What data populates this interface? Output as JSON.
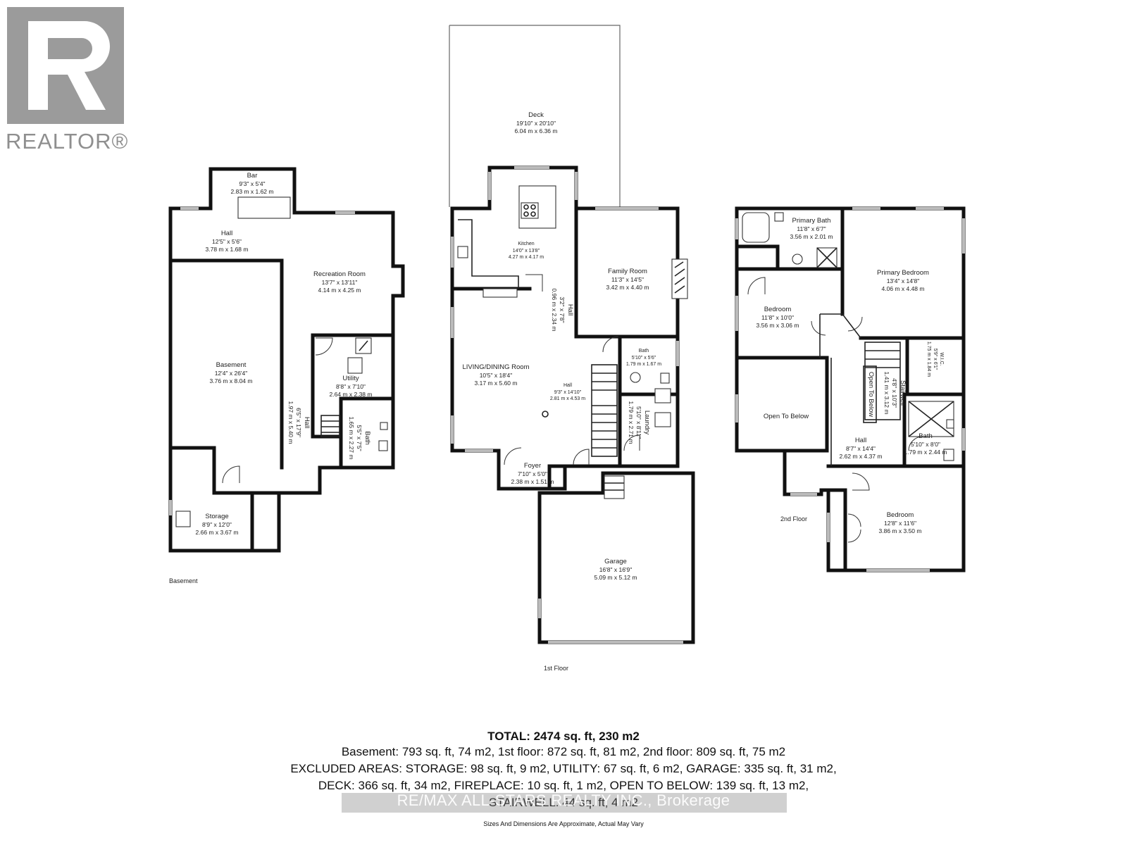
{
  "brand": {
    "logo_text": "REALTOR®",
    "logo_color": "#9b9b9b"
  },
  "floors": {
    "basement": {
      "label": "Basement"
    },
    "first": {
      "label": "1st Floor"
    },
    "second": {
      "label": "2nd Floor"
    }
  },
  "rooms": {
    "deck": {
      "name": "Deck",
      "imperial": "19'10\" x 20'10\"",
      "metric": "6.04 m x 6.36 m"
    },
    "bar": {
      "name": "Bar",
      "imperial": "9'3\" x 5'4\"",
      "metric": "2.83 m x 1.62 m"
    },
    "b_hall": {
      "name": "Hall",
      "imperial": "12'5\" x 5'6\"",
      "metric": "3.78 m x 1.68 m"
    },
    "recreation": {
      "name": "Recreation Room",
      "imperial": "13'7\" x 13'11\"",
      "metric": "4.14 m x 4.25 m"
    },
    "basement": {
      "name": "Basement",
      "imperial": "12'4\" x 26'4\"",
      "metric": "3.76 m x 8.04 m"
    },
    "utility": {
      "name": "Utility",
      "imperial": "8'8\" x 7'10\"",
      "metric": "2.64 m x 2.38 m"
    },
    "b_hall2": {
      "name": "Hall",
      "imperial": "6'5\" x 17'9\"",
      "metric": "1.97 m x 5.40 m"
    },
    "b_bath": {
      "name": "Bath",
      "imperial": "5'5\" x 7'5\"",
      "metric": "1.65 m x 2.27 m"
    },
    "storage": {
      "name": "Storage",
      "imperial": "8'9\" x 12'0\"",
      "metric": "2.66 m x 3.67 m"
    },
    "kitchen": {
      "name": "Kitchen",
      "imperial": "14'0\" x 13'8\"",
      "metric": "4.27 m x 4.17 m"
    },
    "family": {
      "name": "Family Room",
      "imperial": "11'3\" x 14'5\"",
      "metric": "3.42 m x 4.40 m"
    },
    "f_hall_small": {
      "name": "Hall",
      "imperial": "3'2\" x 7'8\"",
      "metric": "0.96 m x 2.34 m"
    },
    "living": {
      "name": "LIVING/DINING Room",
      "imperial": "10'5\" x 18'4\"",
      "metric": "3.17 m x 5.60 m"
    },
    "f_bath": {
      "name": "Bath",
      "imperial": "5'10\" x 5'6\"",
      "metric": "1.79 m x 1.67 m"
    },
    "f_hall": {
      "name": "Hall",
      "imperial": "9'3\" x 14'10\"",
      "metric": "2.81 m x 4.53 m"
    },
    "laundry": {
      "name": "Laundry",
      "imperial": "5'10\" x 8'11\"",
      "metric": "1.79 m x 2.71 m"
    },
    "foyer": {
      "name": "Foyer",
      "imperial": "7'10\" x 5'0\"",
      "metric": "2.38 m x 1.51 m"
    },
    "garage": {
      "name": "Garage",
      "imperial": "16'8\" x 16'9\"",
      "metric": "5.09 m x 5.12 m"
    },
    "primary_bath": {
      "name": "Primary Bath",
      "imperial": "11'8\" x 6'7\"",
      "metric": "3.56 m x 2.01 m"
    },
    "primary_bed": {
      "name": "Primary Bedroom",
      "imperial": "13'4\" x 14'8\"",
      "metric": "4.06 m x 4.48 m"
    },
    "bedroom1": {
      "name": "Bedroom",
      "imperial": "11'8\" x 10'0\"",
      "metric": "3.56 m x 3.06 m"
    },
    "wic": {
      "name": "W.I.C.",
      "imperial": "5'9\" x 6'1\"",
      "metric": "1.75 m x 1.84 m"
    },
    "stairwell": {
      "name": "Stairwell",
      "imperial": "4'8\" x 10'3\"",
      "metric": "1.41 m x 3.12 m"
    },
    "open_below_stair": {
      "name": "Open To Below"
    },
    "open_below": {
      "name": "Open To Below"
    },
    "s_hall": {
      "name": "Hall",
      "imperial": "8'7\" x 14'4\"",
      "metric": "2.62 m x 4.37 m"
    },
    "s_bath": {
      "name": "Bath",
      "imperial": "5'10\" x 8'0\"",
      "metric": "1.79 m x 2.44 m"
    },
    "bedroom2": {
      "name": "Bedroom",
      "imperial": "12'8\" x 11'6\"",
      "metric": "3.86 m x 3.50 m"
    }
  },
  "summary": {
    "total": "TOTAL: 2474 sq. ft, 230 m2",
    "line1": "Basement: 793 sq. ft, 74 m2, 1st floor: 872 sq. ft, 81 m2, 2nd floor: 809 sq. ft, 75 m2",
    "line2": "EXCLUDED AREAS: STORAGE: 98 sq. ft, 9 m2, UTILITY: 67 sq. ft, 6 m2, GARAGE: 335 sq. ft, 31 m2,",
    "line3": "DECK: 366 sq. ft, 34 m2, FIREPLACE: 10 sq. ft, 1 m2, OPEN TO BELOW: 139 sq. ft, 13 m2,",
    "line4": "STAIRWELL: 44 sq. ft, 4 m2",
    "note": "Sizes And Dimensions Are Approximate, Actual May Vary"
  },
  "watermark": "RE/MAX ALL-STARS REALTY INC., Brokerage"
}
